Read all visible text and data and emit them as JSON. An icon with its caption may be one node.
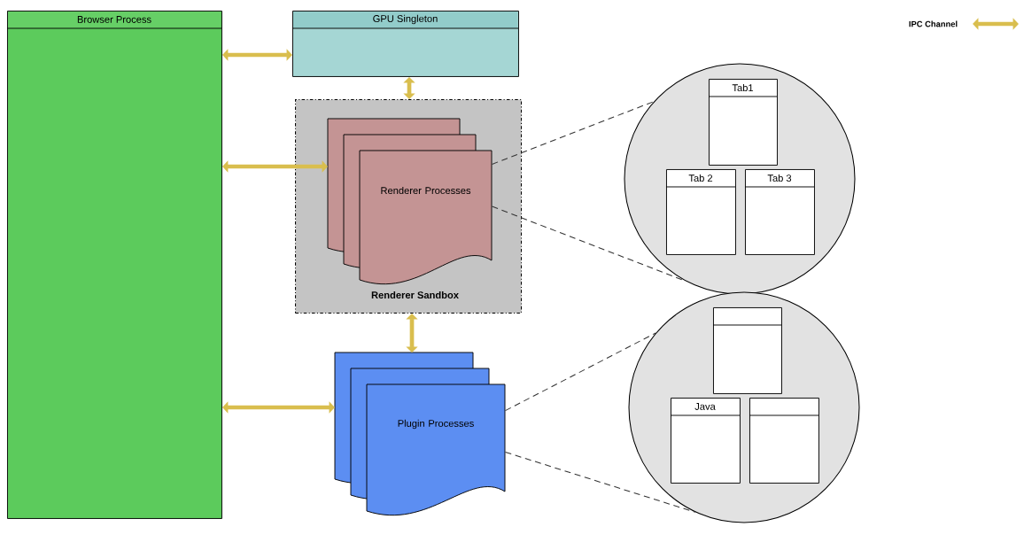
{
  "diagram": {
    "nodes": [
      {
        "text": [
          "Browser Process"
        ]
      },
      {
        "text": [
          "GPU Singleton"
        ]
      },
      {
        "text": [
          "Renderer Sandbox"
        ]
      },
      {
        "text": [
          "Renderer Processes"
        ],
        "in": 2
      },
      {
        "text": [
          "Plugin Processes"
        ]
      },
      {
        "text": [],
        "shape": "circle"
      },
      {
        "text": [
          "Tab1"
        ],
        "in": 5
      },
      {
        "text": [
          "Tab 2"
        ],
        "in": 5
      },
      {
        "text": [
          "Tab 3"
        ],
        "in": 5
      },
      {
        "text": [],
        "shape": "circle"
      },
      {
        "text": [],
        "shape": "box",
        "in": 9
      },
      {
        "text": [
          "Java"
        ],
        "in": 9
      },
      {
        "text": [],
        "shape": "box",
        "in": 9
      }
    ],
    "edges": [
      {
        "from": 0,
        "to": 1,
        "arrow": "both"
      },
      {
        "from": 0,
        "to": 3,
        "arrow": "both"
      },
      {
        "from": 1,
        "to": 2,
        "arrow": "both"
      },
      {
        "from": 2,
        "to": 4,
        "arrow": "both"
      },
      {
        "from": 0,
        "to": 4,
        "arrow": "both"
      },
      {
        "from": 3,
        "to": 5,
        "arrow": "none",
        "style": "dashed",
        "color": "#333333"
      },
      {
        "from": 3,
        "to": 5,
        "arrow": "none",
        "style": "dashed",
        "color": "#333333"
      },
      {
        "from": 4,
        "to": 9,
        "arrow": "none",
        "style": "dashed",
        "color": "#333333"
      },
      {
        "from": 4,
        "to": 9,
        "arrow": "none",
        "style": "dashed",
        "color": "#333333"
      }
    ],
    "legend": [
      {
        "text": "IPC Channel"
      }
    ]
  }
}
